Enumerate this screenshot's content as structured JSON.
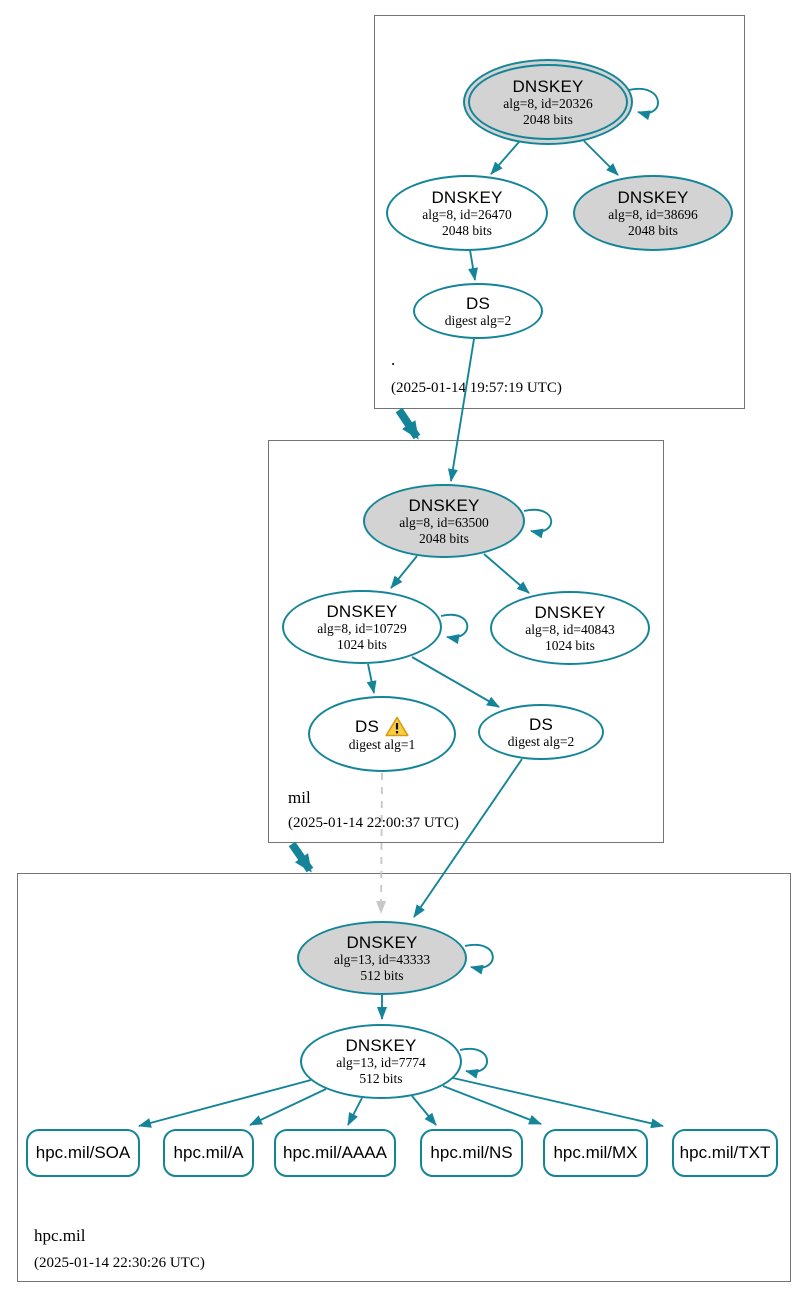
{
  "colors": {
    "edge_teal": "#148598",
    "node_fill_gray": "#d3d3d3",
    "node_fill_white": "#ffffff",
    "zone_box_border": "#747474",
    "insecure_dashed_gray": "#c8c8c8",
    "warning_yellow": "#f7ce46"
  },
  "zones": {
    "root": {
      "label": ".",
      "timestamp": "(2025-01-14 19:57:19 UTC)",
      "nodes": {
        "ksk": {
          "title": "DNSKEY",
          "detail": "alg=8, id=20326",
          "bits": "2048 bits"
        },
        "zsk": {
          "title": "DNSKEY",
          "detail": "alg=8, id=26470",
          "bits": "2048 bits"
        },
        "ksk2": {
          "title": "DNSKEY",
          "detail": "alg=8, id=38696",
          "bits": "2048 bits"
        },
        "ds": {
          "title": "DS",
          "detail": "digest alg=2"
        }
      }
    },
    "mil": {
      "label": "mil",
      "timestamp": "(2025-01-14 22:00:37 UTC)",
      "nodes": {
        "ksk": {
          "title": "DNSKEY",
          "detail": "alg=8, id=63500",
          "bits": "2048 bits"
        },
        "zsk": {
          "title": "DNSKEY",
          "detail": "alg=8, id=10729",
          "bits": "1024 bits"
        },
        "zsk2": {
          "title": "DNSKEY",
          "detail": "alg=8, id=40843",
          "bits": "1024 bits"
        },
        "ds1": {
          "title": "DS",
          "detail": "digest alg=1"
        },
        "ds2": {
          "title": "DS",
          "detail": "digest alg=2"
        }
      }
    },
    "hpc": {
      "label": "hpc.mil",
      "timestamp": "(2025-01-14 22:30:26 UTC)",
      "nodes": {
        "ksk": {
          "title": "DNSKEY",
          "detail": "alg=13, id=43333",
          "bits": "512 bits"
        },
        "zsk": {
          "title": "DNSKEY",
          "detail": "alg=13, id=7774",
          "bits": "512 bits"
        }
      },
      "rrsets": [
        {
          "label": "hpc.mil/SOA"
        },
        {
          "label": "hpc.mil/A"
        },
        {
          "label": "hpc.mil/AAAA"
        },
        {
          "label": "hpc.mil/NS"
        },
        {
          "label": "hpc.mil/MX"
        },
        {
          "label": "hpc.mil/TXT"
        }
      ]
    }
  }
}
